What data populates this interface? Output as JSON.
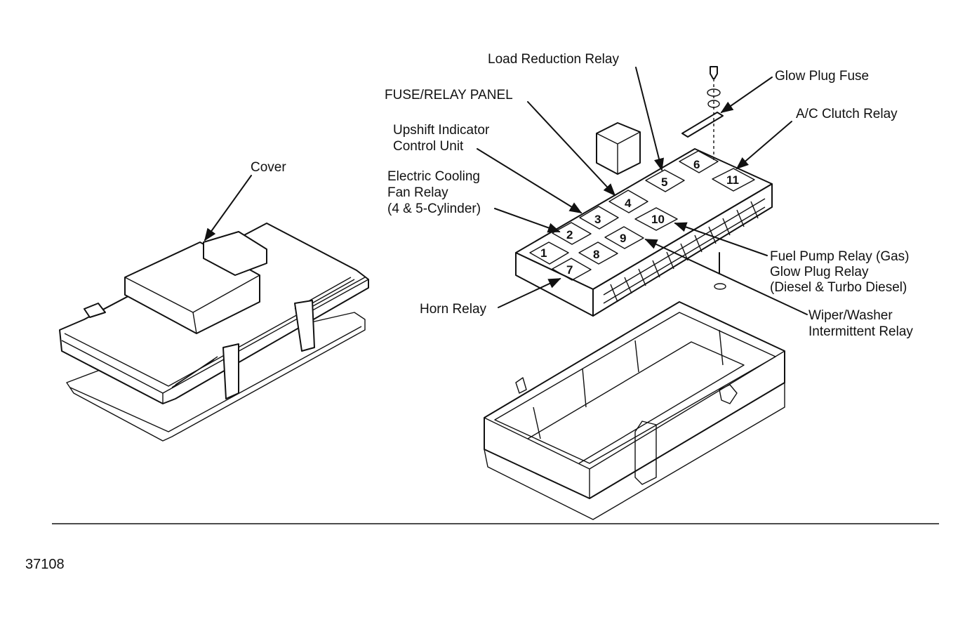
{
  "labels": {
    "cover": "Cover",
    "load_reduction_relay": "Load Reduction Relay",
    "glow_plug_fuse": "Glow Plug Fuse",
    "fuse_relay_panel": "FUSE/RELAY PANEL",
    "ac_clutch_relay": "A/C Clutch Relay",
    "upshift_line1": "Upshift Indicator",
    "upshift_line2": "Control Unit",
    "cooling_line1": "Electric Cooling",
    "cooling_line2": "Fan Relay",
    "cooling_line3": "(4 & 5-Cylinder)",
    "fuel_pump_relay": "Fuel Pump Relay (Gas)",
    "glow_plug_relay_line1": "Glow Plug Relay",
    "glow_plug_relay_line2": "(Diesel & Turbo Diesel)",
    "horn_relay": "Horn Relay",
    "wiper_line1": "Wiper/Washer",
    "wiper_line2": "Intermittent Relay"
  },
  "relay_positions": [
    "1",
    "2",
    "3",
    "4",
    "5",
    "6",
    "7",
    "8",
    "9",
    "10",
    "11"
  ],
  "figure_number": "37108"
}
